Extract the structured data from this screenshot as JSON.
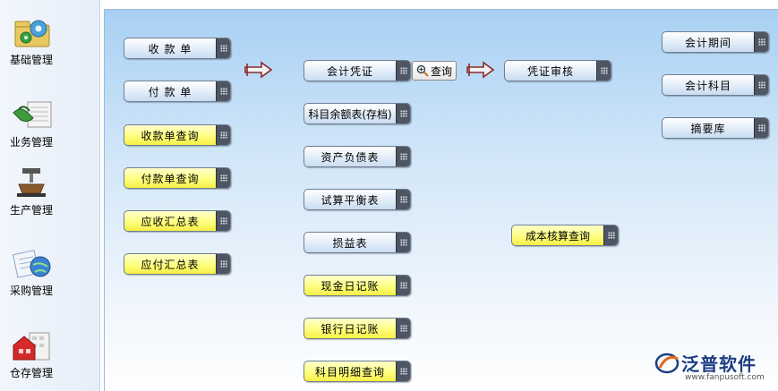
{
  "sidebar": {
    "items": [
      {
        "label": "基础管理",
        "icon": "gear-folder-icon"
      },
      {
        "label": "业务管理",
        "icon": "handshake-icon"
      },
      {
        "label": "生产管理",
        "icon": "press-machine-icon"
      },
      {
        "label": "采购管理",
        "icon": "globe-document-icon"
      },
      {
        "label": "仓存管理",
        "icon": "warehouse-icon"
      }
    ]
  },
  "column1": [
    {
      "label": "收 款 单",
      "style": "blue"
    },
    {
      "label": "付 款 单",
      "style": "blue"
    },
    {
      "label": "收款单查询",
      "style": "yellow"
    },
    {
      "label": "付款单查询",
      "style": "yellow"
    },
    {
      "label": "应收汇总表",
      "style": "yellow"
    },
    {
      "label": "应付汇总表",
      "style": "yellow"
    }
  ],
  "column2": [
    {
      "label": "会计凭证",
      "style": "blue"
    },
    {
      "label": "科目余额表(存档)",
      "style": "blue"
    },
    {
      "label": "资产负债表",
      "style": "blue"
    },
    {
      "label": "试算平衡表",
      "style": "blue"
    },
    {
      "label": "损益表",
      "style": "blue"
    },
    {
      "label": "现金日记账",
      "style": "yellow"
    },
    {
      "label": "银行日记账",
      "style": "yellow"
    },
    {
      "label": "科目明细查询",
      "style": "yellow"
    }
  ],
  "query_button": {
    "label": "查询"
  },
  "column3": [
    {
      "label": "凭证审核",
      "style": "blue"
    },
    {
      "label": "成本核算查询",
      "style": "yellow"
    }
  ],
  "column4": [
    {
      "label": "会计期间",
      "style": "blue"
    },
    {
      "label": "会计科目",
      "style": "blue"
    },
    {
      "label": "摘要库",
      "style": "blue"
    }
  ],
  "logo": {
    "name": "泛普软件",
    "url": "www.fanpusoft.com"
  },
  "colors": {
    "accent_blue": "#c8dcf1",
    "accent_yellow": "#f5f044",
    "grip": "#4e5663"
  }
}
